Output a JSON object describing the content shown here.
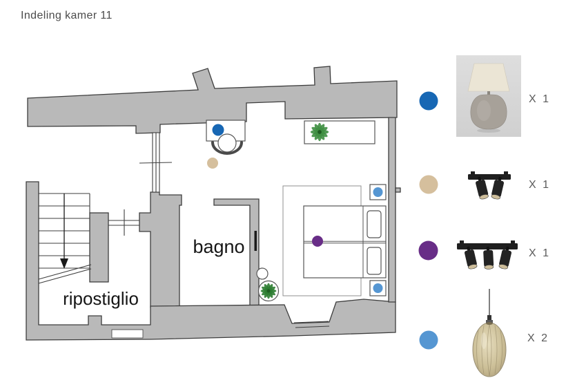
{
  "title": "Indeling kamer 11",
  "plan": {
    "rooms": {
      "bathroom": "bagno",
      "storage": "ripostiglio"
    }
  },
  "legend": {
    "items": [
      {
        "id": "table-lamp",
        "color": "#1767b4",
        "qty": "X 1"
      },
      {
        "id": "ceiling-spot-duo",
        "color": "#d5bf9d",
        "qty": "X 1"
      },
      {
        "id": "ceiling-spot-trio",
        "color": "#682d87",
        "qty": "X 1"
      },
      {
        "id": "glass-pendant",
        "color": "#5596d2",
        "qty": "X 2"
      }
    ]
  }
}
